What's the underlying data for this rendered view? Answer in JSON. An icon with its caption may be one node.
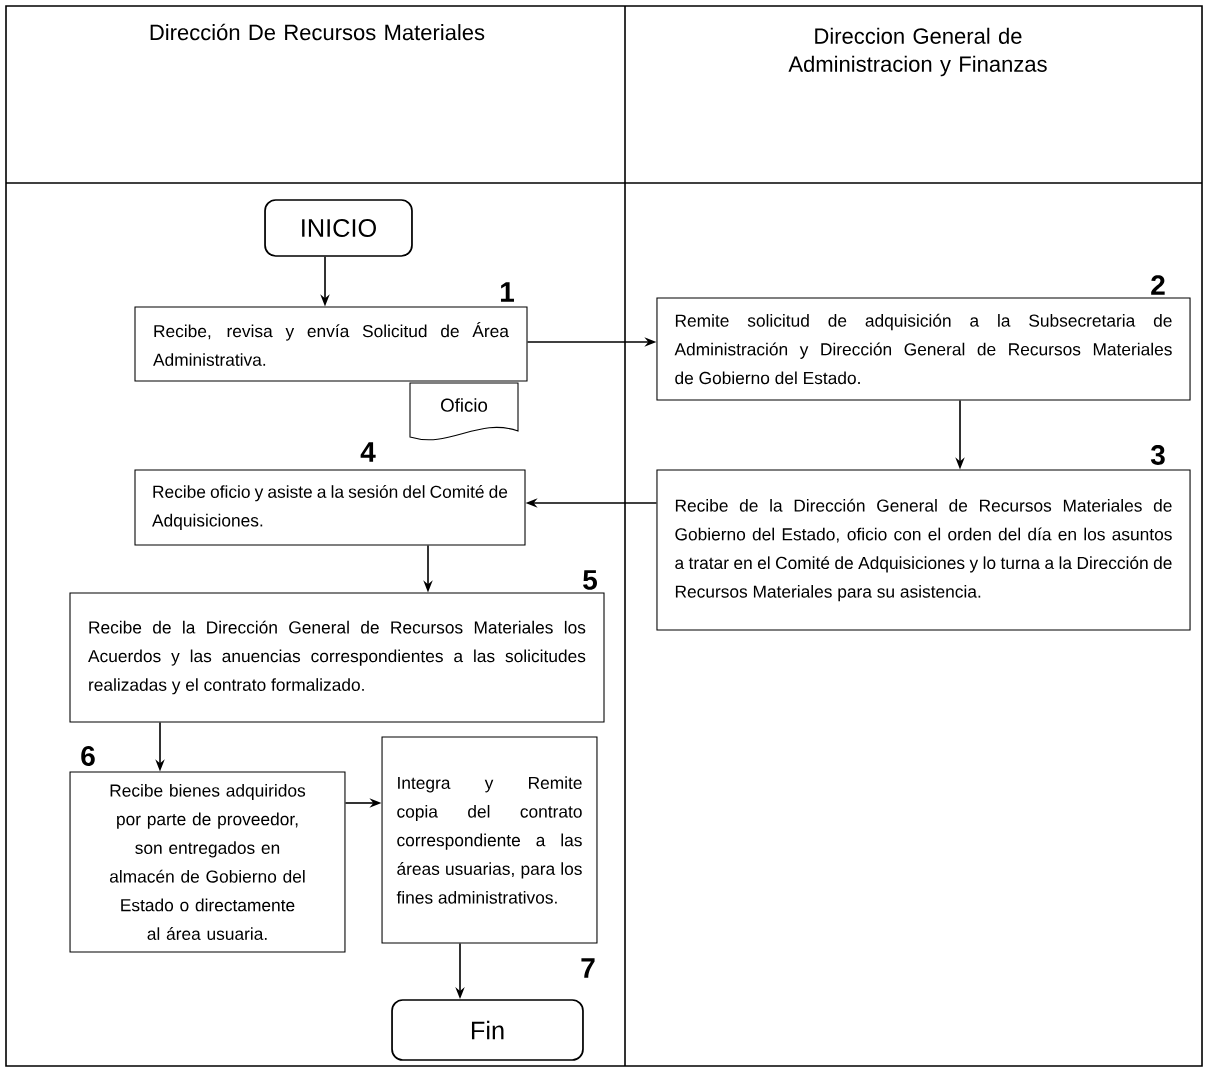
{
  "diagram": {
    "nodes": [
      {
        "text": [
          "INICIO"
        ]
      },
      {
        "text": [
          "Recibe, revisa y envía Solicitud de Área Administrativa."
        ],
        "beside": [
          "1"
        ]
      },
      {
        "text": [
          "Oficio"
        ]
      },
      {
        "text": [
          "Remite solicitud de adquisición a la Subsecretaria de Administración y Dirección General de Recursos Materiales de Gobierno del Estado."
        ],
        "beside": [
          "2"
        ]
      },
      {
        "text": [
          "Recibe de la Dirección General de Recursos Materiales de Gobierno del Estado, oficio con el orden del día en los asuntos a tratar en el Comité de Adquisiciones y lo turna a la Dirección de Recursos Materiales para su asistencia."
        ],
        "beside": [
          "3"
        ]
      },
      {
        "text": [
          "Recibe oficio y asiste a la sesión del Comité de Adquisiciones."
        ],
        "beside": [
          "4"
        ]
      },
      {
        "text": [
          "Recibe de la Dirección General de Recursos Materiales los Acuerdos y las anuencias correspondientes a las solicitudes realizadas y el contrato formalizado."
        ],
        "beside": [
          "5"
        ]
      },
      {
        "text": [
          "Recibe bienes adquiridos por parte de proveedor, son entregados en almacén de Gobierno del Estado o directamente al área usuaria."
        ],
        "beside": [
          "6"
        ]
      },
      {
        "text": [
          "Integra y Remite copia del contrato correspondiente a las áreas usuarias, para los fines administrativos."
        ],
        "beside": [
          "7"
        ]
      },
      {
        "text": [
          "Fin"
        ]
      }
    ],
    "edges": [
      {
        "from": 0,
        "to": 1,
        "arrow": "to"
      },
      {
        "from": 1,
        "to": 3,
        "arrow": "to"
      },
      {
        "from": 3,
        "to": 4,
        "arrow": "to"
      },
      {
        "from": 4,
        "to": 5,
        "arrow": "to"
      },
      {
        "from": 5,
        "to": 6,
        "arrow": "to"
      },
      {
        "from": 6,
        "to": 7,
        "arrow": "to"
      },
      {
        "from": 7,
        "to": 8,
        "arrow": "to"
      },
      {
        "from": 8,
        "to": 9,
        "arrow": "to"
      }
    ],
    "labels": [
      "Dirección De Recursos Materiales",
      "Direccion General de Administracion y Finanzas"
    ]
  }
}
